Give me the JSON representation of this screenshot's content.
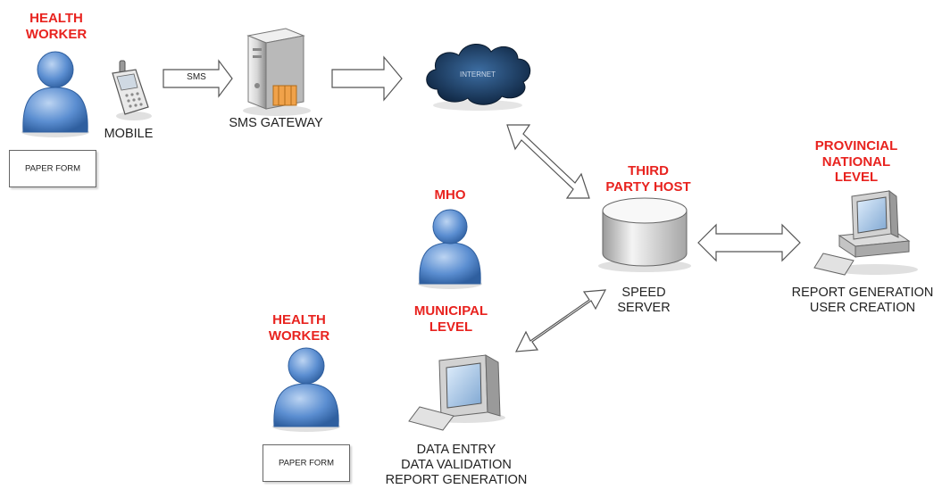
{
  "health_worker_top": {
    "title": "HEALTH\nWORKER",
    "paper_form": "PAPER FORM"
  },
  "mobile": {
    "label": "MOBILE"
  },
  "sms_arrow": {
    "label": "SMS"
  },
  "sms_gateway": {
    "label": "SMS GATEWAY"
  },
  "internet": {
    "label": "INTERNET"
  },
  "third_party_host": {
    "title": "THIRD\nPARTY HOST",
    "label": "SPEED\nSERVER"
  },
  "provincial": {
    "title": "PROVINCIAL\nNATIONAL\nLEVEL",
    "label": "REPORT GENERATION\nUSER CREATION"
  },
  "mho": {
    "title": "MHO",
    "level": "MUNICIPAL\nLEVEL"
  },
  "municipal_pc": {
    "label": "DATA ENTRY\nDATA VALIDATION\nREPORT GENERATION"
  },
  "health_worker_bottom": {
    "title": "HEALTH\nWORKER",
    "paper_form": "PAPER FORM"
  },
  "colors": {
    "title_red": "#e8231f",
    "person_blue": "#5b8ed1",
    "cloud_blue": "#1d3f66"
  }
}
